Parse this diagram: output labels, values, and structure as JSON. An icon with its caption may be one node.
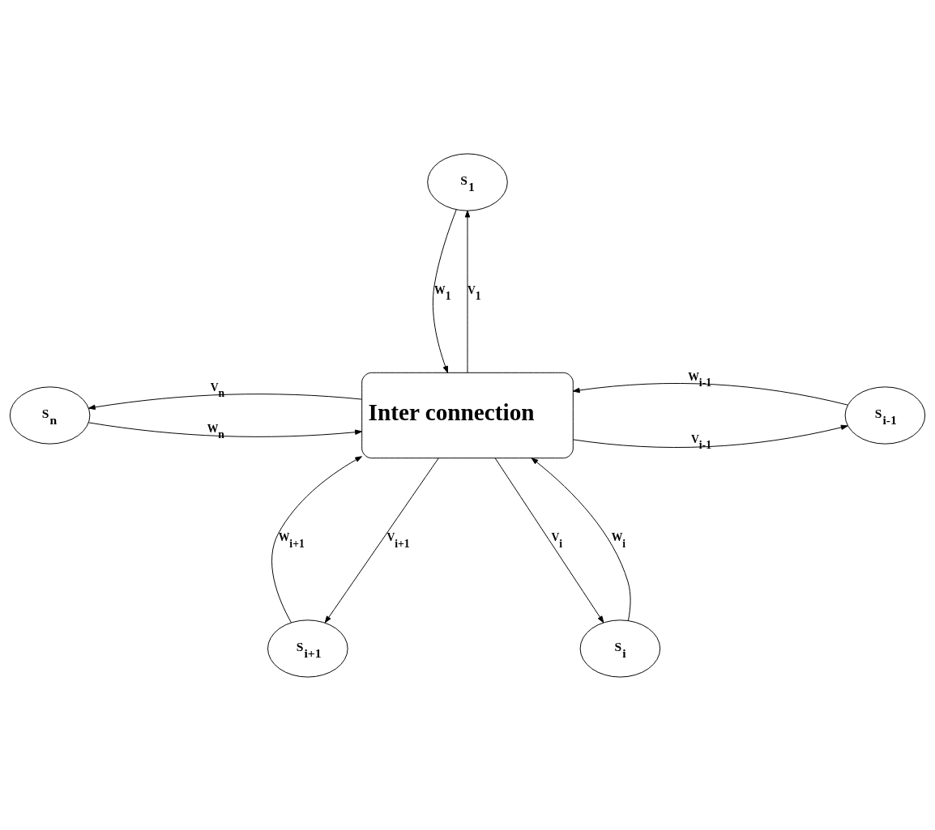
{
  "diagram": {
    "nodes": [
      {
        "text": [
          "S$_{1}$"
        ]
      },
      {
        "text": [
          "Inter connection"
        ]
      },
      {
        "text": [
          "S$_{n}$"
        ]
      },
      {
        "text": [
          "S$_{i-1}$"
        ]
      },
      {
        "text": [
          "S$_{i+1}$"
        ]
      },
      {
        "text": [
          "S$_{i}$"
        ]
      }
    ],
    "edges": [
      {
        "from": 1,
        "to": 0,
        "arrow": "to",
        "label": "V$_{1}$"
      },
      {
        "from": 0,
        "to": 1,
        "arrow": "to",
        "label": "W$_{1}$"
      },
      {
        "from": 2,
        "to": 1,
        "arrow": "to",
        "label": "W$_{n}$"
      },
      {
        "from": 1,
        "to": 2,
        "arrow": "to",
        "label": "V$_{n}$"
      },
      {
        "from": 1,
        "to": 3,
        "arrow": "to",
        "label": "V$_{i-1}$"
      },
      {
        "from": 3,
        "to": 1,
        "arrow": "to",
        "label": "W$_{i-1}$"
      },
      {
        "from": 4,
        "to": 1,
        "arrow": "to",
        "label": "W$_{i+1}$"
      },
      {
        "from": 1,
        "to": 4,
        "arrow": "to",
        "label": "V$_{i+1}$"
      },
      {
        "from": 1,
        "to": 5,
        "arrow": "to",
        "label": "V$_{i}$"
      },
      {
        "from": 5,
        "to": 1,
        "arrow": "to",
        "label": "W$_{i}$"
      }
    ]
  }
}
